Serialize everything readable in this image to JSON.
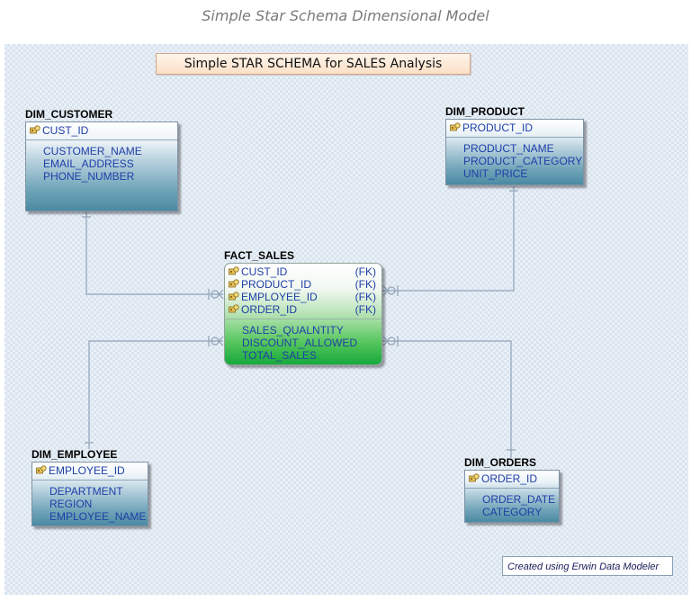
{
  "page": {
    "title": "Simple Star Schema Dimensional Model",
    "banner": "Simple STAR SCHEMA for SALES Analysis",
    "footer_note": "Created using Erwin Data Modeler"
  },
  "icons": {
    "key": "key-icon"
  },
  "colors": {
    "dimension_fill": "#4a8aa3",
    "fact_fill": "#17a93c",
    "text": "#1f3fa8",
    "connector": "#8fa3b8"
  },
  "entities": {
    "dim_customer": {
      "name": "DIM_CUSTOMER",
      "keys": [
        "CUST_ID"
      ],
      "attributes": [
        "CUSTOMER_NAME",
        "EMAIL_ADDRESS",
        "PHONE_NUMBER"
      ]
    },
    "dim_product": {
      "name": "DIM_PRODUCT",
      "keys": [
        "PRODUCT_ID"
      ],
      "attributes": [
        "PRODUCT_NAME",
        "PRODUCT_CATEGORY",
        "UNIT_PRICE"
      ]
    },
    "fact_sales": {
      "name": "FACT_SALES",
      "keys": [
        "CUST_ID",
        "PRODUCT_ID",
        "EMPLOYEE_ID",
        "ORDER_ID"
      ],
      "fk_label": "(FK)",
      "attributes": [
        "SALES_QUALNTITY",
        "DISCOUNT_ALLOWED",
        "TOTAL_SALES"
      ]
    },
    "dim_employee": {
      "name": "DIM_EMPLOYEE",
      "keys": [
        "EMPLOYEE_ID"
      ],
      "attributes": [
        "DEPARTMENT",
        "REGION",
        "EMPLOYEE_NAME"
      ]
    },
    "dim_orders": {
      "name": "DIM_ORDERS",
      "keys": [
        "ORDER_ID"
      ],
      "attributes": [
        "ORDER_DATE",
        "CATEGORY"
      ]
    }
  }
}
